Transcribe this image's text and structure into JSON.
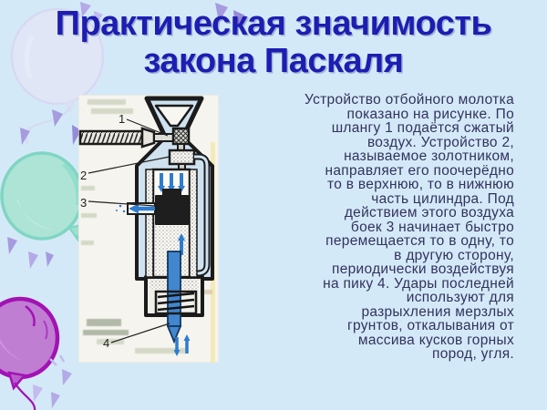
{
  "slide": {
    "title_lines": [
      "Практическая значимость",
      "закона Паскаля"
    ],
    "body_lines": [
      "Устройство отбойного молотка",
      "показано на рисунке. По",
      "шлангу 1  подаётся сжатый",
      "воздух. Устройство 2,",
      "называемое золотником,",
      "направляет его поочерёдно",
      "то в верхнюю, то в нижнюю",
      "часть цилиндра. Под",
      "действием этого воздуха",
      "боек 3 начинает быстро",
      "перемещается то в одну, то",
      "в другую сторону,",
      "периодически воздействуя",
      "на пику 4. Удары последней",
      "используют для",
      "разрыхления мерзлых",
      "грунтов, откалывания от",
      "массива кусков горных",
      "пород, угля."
    ],
    "figure_labels": {
      "hose": "1",
      "valve": "2",
      "striker": "3",
      "pike": "4"
    },
    "colors": {
      "background": "#d4e9f7",
      "title_text": "#1d1db2",
      "body_text": "#32325e",
      "diagram_blue": "#2e7cd0",
      "paper": "#f5f4ee",
      "balloon_teal": "#ade4d5",
      "balloon_magenta": "#c07ed3",
      "balloon_faint": "#e9e2f6",
      "confetti_purple": "#a79bdf"
    }
  }
}
